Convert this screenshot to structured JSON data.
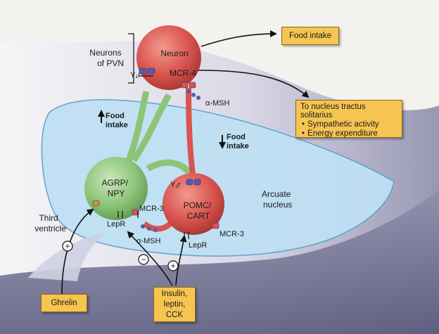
{
  "labels": {
    "neurons_pvn": [
      "Neurons",
      "of PVN"
    ],
    "neuron": "Neuron",
    "mcr4": "MCR-4",
    "y1r_top": "Y₁r",
    "msh_top": "α-MSH",
    "food_intake_up": [
      "Food",
      "intake"
    ],
    "food_intake_down": [
      "Food",
      "intake"
    ],
    "agrp": [
      "AGRP/",
      "NPY"
    ],
    "pomc": [
      "POMC/",
      "CART"
    ],
    "y1r_mid": "Y₁r",
    "mcr3_mid": "MCR-3",
    "mcr3_right": "MCR-3",
    "lepr_left": "LepR",
    "lepr_right": "LepR",
    "msh_bottom": "α-MSH",
    "arcuate": [
      "Arcuate",
      "nucleus"
    ],
    "third_ventricle": [
      "Third",
      "ventricle"
    ],
    "plus": "+",
    "minus": "−"
  },
  "boxes": {
    "food_intake": "Food intake",
    "nts_title": "To nucleus tractus solitarius",
    "nts_items": [
      "Sympathetic activity",
      "Energy expenditure"
    ],
    "ghrelin": "Ghrelin",
    "insulin": [
      "Insulin,",
      "leptin,",
      "CCK"
    ]
  },
  "colors": {
    "neuron_red": "#d9534f",
    "agrp_green": "#8cc47a",
    "arcuate_blue": "#bfe0f4",
    "box_yellow": "#f6c451",
    "receptor_purple": "#5a5aa8"
  },
  "icons": {
    "arrow_up": "up-arrow-icon",
    "arrow_down": "down-arrow-icon",
    "receptor": "receptor-icon"
  }
}
